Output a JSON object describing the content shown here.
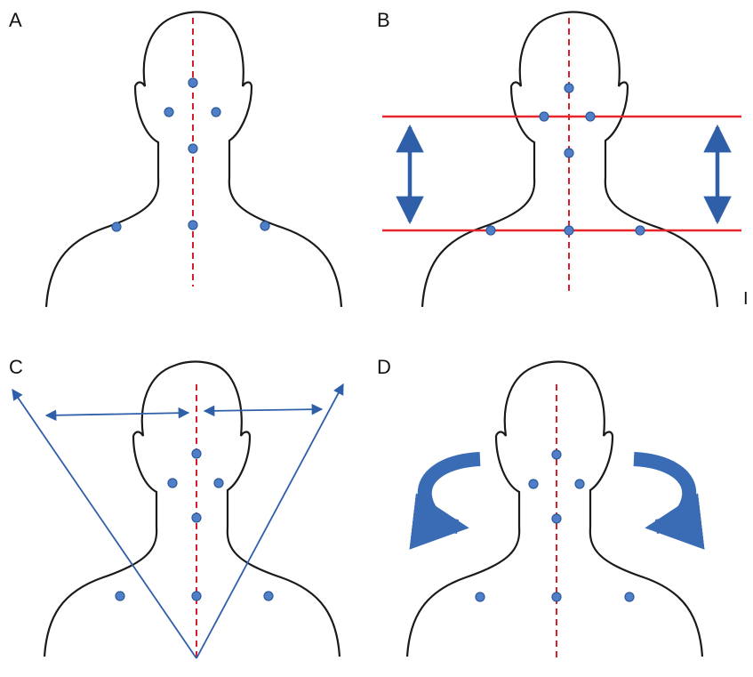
{
  "panels": [
    {
      "id": "A",
      "label": "A"
    },
    {
      "id": "B",
      "label": "B"
    },
    {
      "id": "C",
      "label": "C"
    },
    {
      "id": "D",
      "label": "D"
    }
  ],
  "stray_mark": "I",
  "colors": {
    "outline": "#1a1a1a",
    "midline": "#d81e2a",
    "marker_fill": "#4f7fc9",
    "marker_stroke": "#2d5a99",
    "level_line": "#e8242d",
    "arrow": "#2f5fa8",
    "rotation_arrow": "#3c6fb6"
  }
}
